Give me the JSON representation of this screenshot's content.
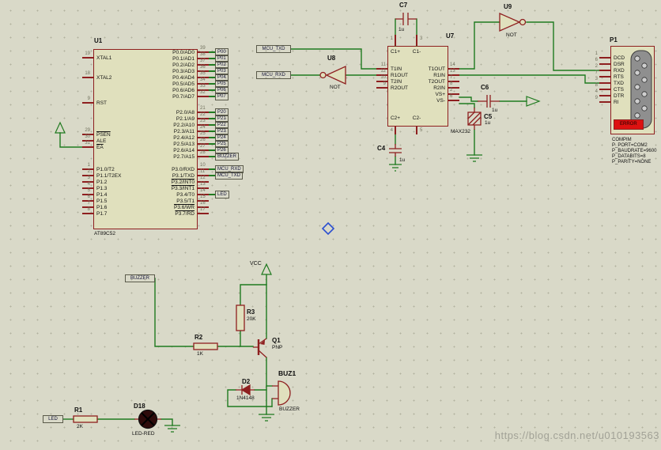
{
  "watermark": "https://blog.csdn.net/u010193563",
  "colors": {
    "bg": "#d9d9c8",
    "grid_dot": "#b1b19e",
    "wire": "#1f7a1f",
    "outline": "#8e1f1f",
    "body": "#e0e0bd",
    "error_bg": "#dd1111",
    "diamond": "#2b4fd0",
    "watermark": "#98988e",
    "pin_number": "#72725e",
    "connector_gray": "#8f8f8f"
  },
  "u1": {
    "ref": "U1",
    "value": "AT89C52",
    "left_groups": [
      [
        {
          "n": "19",
          "name": "XTAL1"
        }
      ],
      [
        {
          "n": "18",
          "name": "XTAL2"
        }
      ],
      [
        {
          "n": "9",
          "name": "RST"
        }
      ],
      [
        {
          "n": "29",
          "name": "PSEN",
          "ov": true
        },
        {
          "n": "30",
          "name": "ALE"
        },
        {
          "n": "31",
          "name": "EA",
          "ov": true
        }
      ],
      [
        {
          "n": "1",
          "name": "P1.0/T2"
        },
        {
          "n": "2",
          "name": "P1.1/T2EX"
        },
        {
          "n": "3",
          "name": "P1.2"
        },
        {
          "n": "4",
          "name": "P1.3"
        },
        {
          "n": "5",
          "name": "P1.4"
        },
        {
          "n": "6",
          "name": "P1.5"
        },
        {
          "n": "7",
          "name": "P1.6"
        },
        {
          "n": "8",
          "name": "P1.7"
        }
      ]
    ],
    "right_groups": [
      [
        {
          "n": "39",
          "name": "P0.0/AD0",
          "term": "P00"
        },
        {
          "n": "38",
          "name": "P0.1/AD1",
          "term": "P01"
        },
        {
          "n": "37",
          "name": "P0.2/AD2",
          "term": "P02"
        },
        {
          "n": "36",
          "name": "P0.3/AD3",
          "term": "P03"
        },
        {
          "n": "35",
          "name": "P0.4/AD4",
          "term": "P04"
        },
        {
          "n": "34",
          "name": "P0.5/AD5",
          "term": "P05"
        },
        {
          "n": "33",
          "name": "P0.6/AD6",
          "term": "P06"
        },
        {
          "n": "32",
          "name": "P0.7/AD7",
          "term": "P07"
        }
      ],
      [
        {
          "n": "21",
          "name": "P2.0/A8",
          "term": "P20"
        },
        {
          "n": "22",
          "name": "P2.1/A9",
          "term": "P21"
        },
        {
          "n": "23",
          "name": "P2.2/A10",
          "term": "P22"
        },
        {
          "n": "24",
          "name": "P2.3/A11",
          "term": "P23"
        },
        {
          "n": "25",
          "name": "P2.4/A12",
          "term": "P24"
        },
        {
          "n": "26",
          "name": "P2.5/A13",
          "term": "P25"
        },
        {
          "n": "27",
          "name": "P2.6/A14",
          "term": "P26"
        },
        {
          "n": "28",
          "name": "P2.7/A15",
          "term": "BUZZER"
        }
      ],
      [
        {
          "n": "10",
          "name": "P3.0/RXD",
          "term": "MCU_RXD"
        },
        {
          "n": "11",
          "name": "P3.1/TXD",
          "term": "MCU_TXD"
        },
        {
          "n": "12",
          "name": "P3.2/INT0",
          "ov": true
        },
        {
          "n": "13",
          "name": "P3.3/INT1",
          "ov": true
        },
        {
          "n": "14",
          "name": "P3.4/T0",
          "term": "LED"
        },
        {
          "n": "15",
          "name": "P3.5/T1"
        },
        {
          "n": "16",
          "name": "P3.6/WR",
          "ov": true
        },
        {
          "n": "17",
          "name": "P3.7/RD",
          "ov": true
        }
      ]
    ]
  },
  "u7": {
    "ref": "U7",
    "value": "MAX232",
    "left_pins": [
      {
        "n": "11",
        "name": "T1IN"
      },
      {
        "n": "12",
        "name": "R1OUT"
      },
      {
        "n": "10",
        "name": "T2IN"
      },
      {
        "n": "9",
        "name": "R2OUT"
      }
    ],
    "right_pins": [
      {
        "n": "14",
        "name": "T1OUT"
      },
      {
        "n": "13",
        "name": "R1IN"
      },
      {
        "n": "7",
        "name": "T2OUT"
      },
      {
        "n": "8",
        "name": "R2IN"
      },
      {
        "n": "2",
        "name": "VS+"
      },
      {
        "n": "6",
        "name": "VS-"
      }
    ],
    "top_pins": [
      {
        "n": "1",
        "name": "C1+"
      },
      {
        "n": "3",
        "name": "C1-"
      }
    ],
    "bottom_pins": [
      {
        "n": "4",
        "name": "C2+"
      },
      {
        "n": "5",
        "name": "C2-"
      }
    ]
  },
  "u8": {
    "ref": "U8",
    "value": "NOT"
  },
  "u9": {
    "ref": "U9",
    "value": "NOT"
  },
  "p1": {
    "ref": "P1",
    "error": "ERROR",
    "pins": [
      {
        "n": "1",
        "name": "DCD"
      },
      {
        "n": "6",
        "name": "DSR"
      },
      {
        "n": "2",
        "name": "RXD"
      },
      {
        "n": "7",
        "name": "RTS"
      },
      {
        "n": "3",
        "name": "TXD"
      },
      {
        "n": "8",
        "name": "CTS"
      },
      {
        "n": "4",
        "name": "DTR"
      },
      {
        "n": "9",
        "name": "RI"
      }
    ],
    "props": [
      "COMPIM",
      "P_PORT=COM2",
      "P_BAUDRATE=9600",
      "P_DATABITS=8",
      "P_PARITY=NONE"
    ]
  },
  "parts": {
    "c4": {
      "ref": "C4",
      "value": "1u"
    },
    "c5": {
      "ref": "C5",
      "value": "1u"
    },
    "c6": {
      "ref": "C6",
      "value": "1u"
    },
    "c7": {
      "ref": "C7",
      "value": "1u"
    },
    "r1": {
      "ref": "R1",
      "value": "2K"
    },
    "r2": {
      "ref": "R2",
      "value": "1K"
    },
    "r3": {
      "ref": "R3",
      "value": "20K"
    },
    "q1": {
      "ref": "Q1",
      "value": "PNP"
    },
    "d2": {
      "ref": "D2",
      "value": "1N4148"
    },
    "d18": {
      "ref": "D18",
      "value": "LED-RED"
    },
    "buz1": {
      "ref": "BUZ1",
      "value": "BUZZER"
    }
  },
  "terminals": {
    "mcu_txd": "MCU_TXD",
    "mcu_rxd": "MCU_RXD",
    "buzzer": "BUZZER",
    "led": "LED",
    "vcc": "VCC"
  }
}
